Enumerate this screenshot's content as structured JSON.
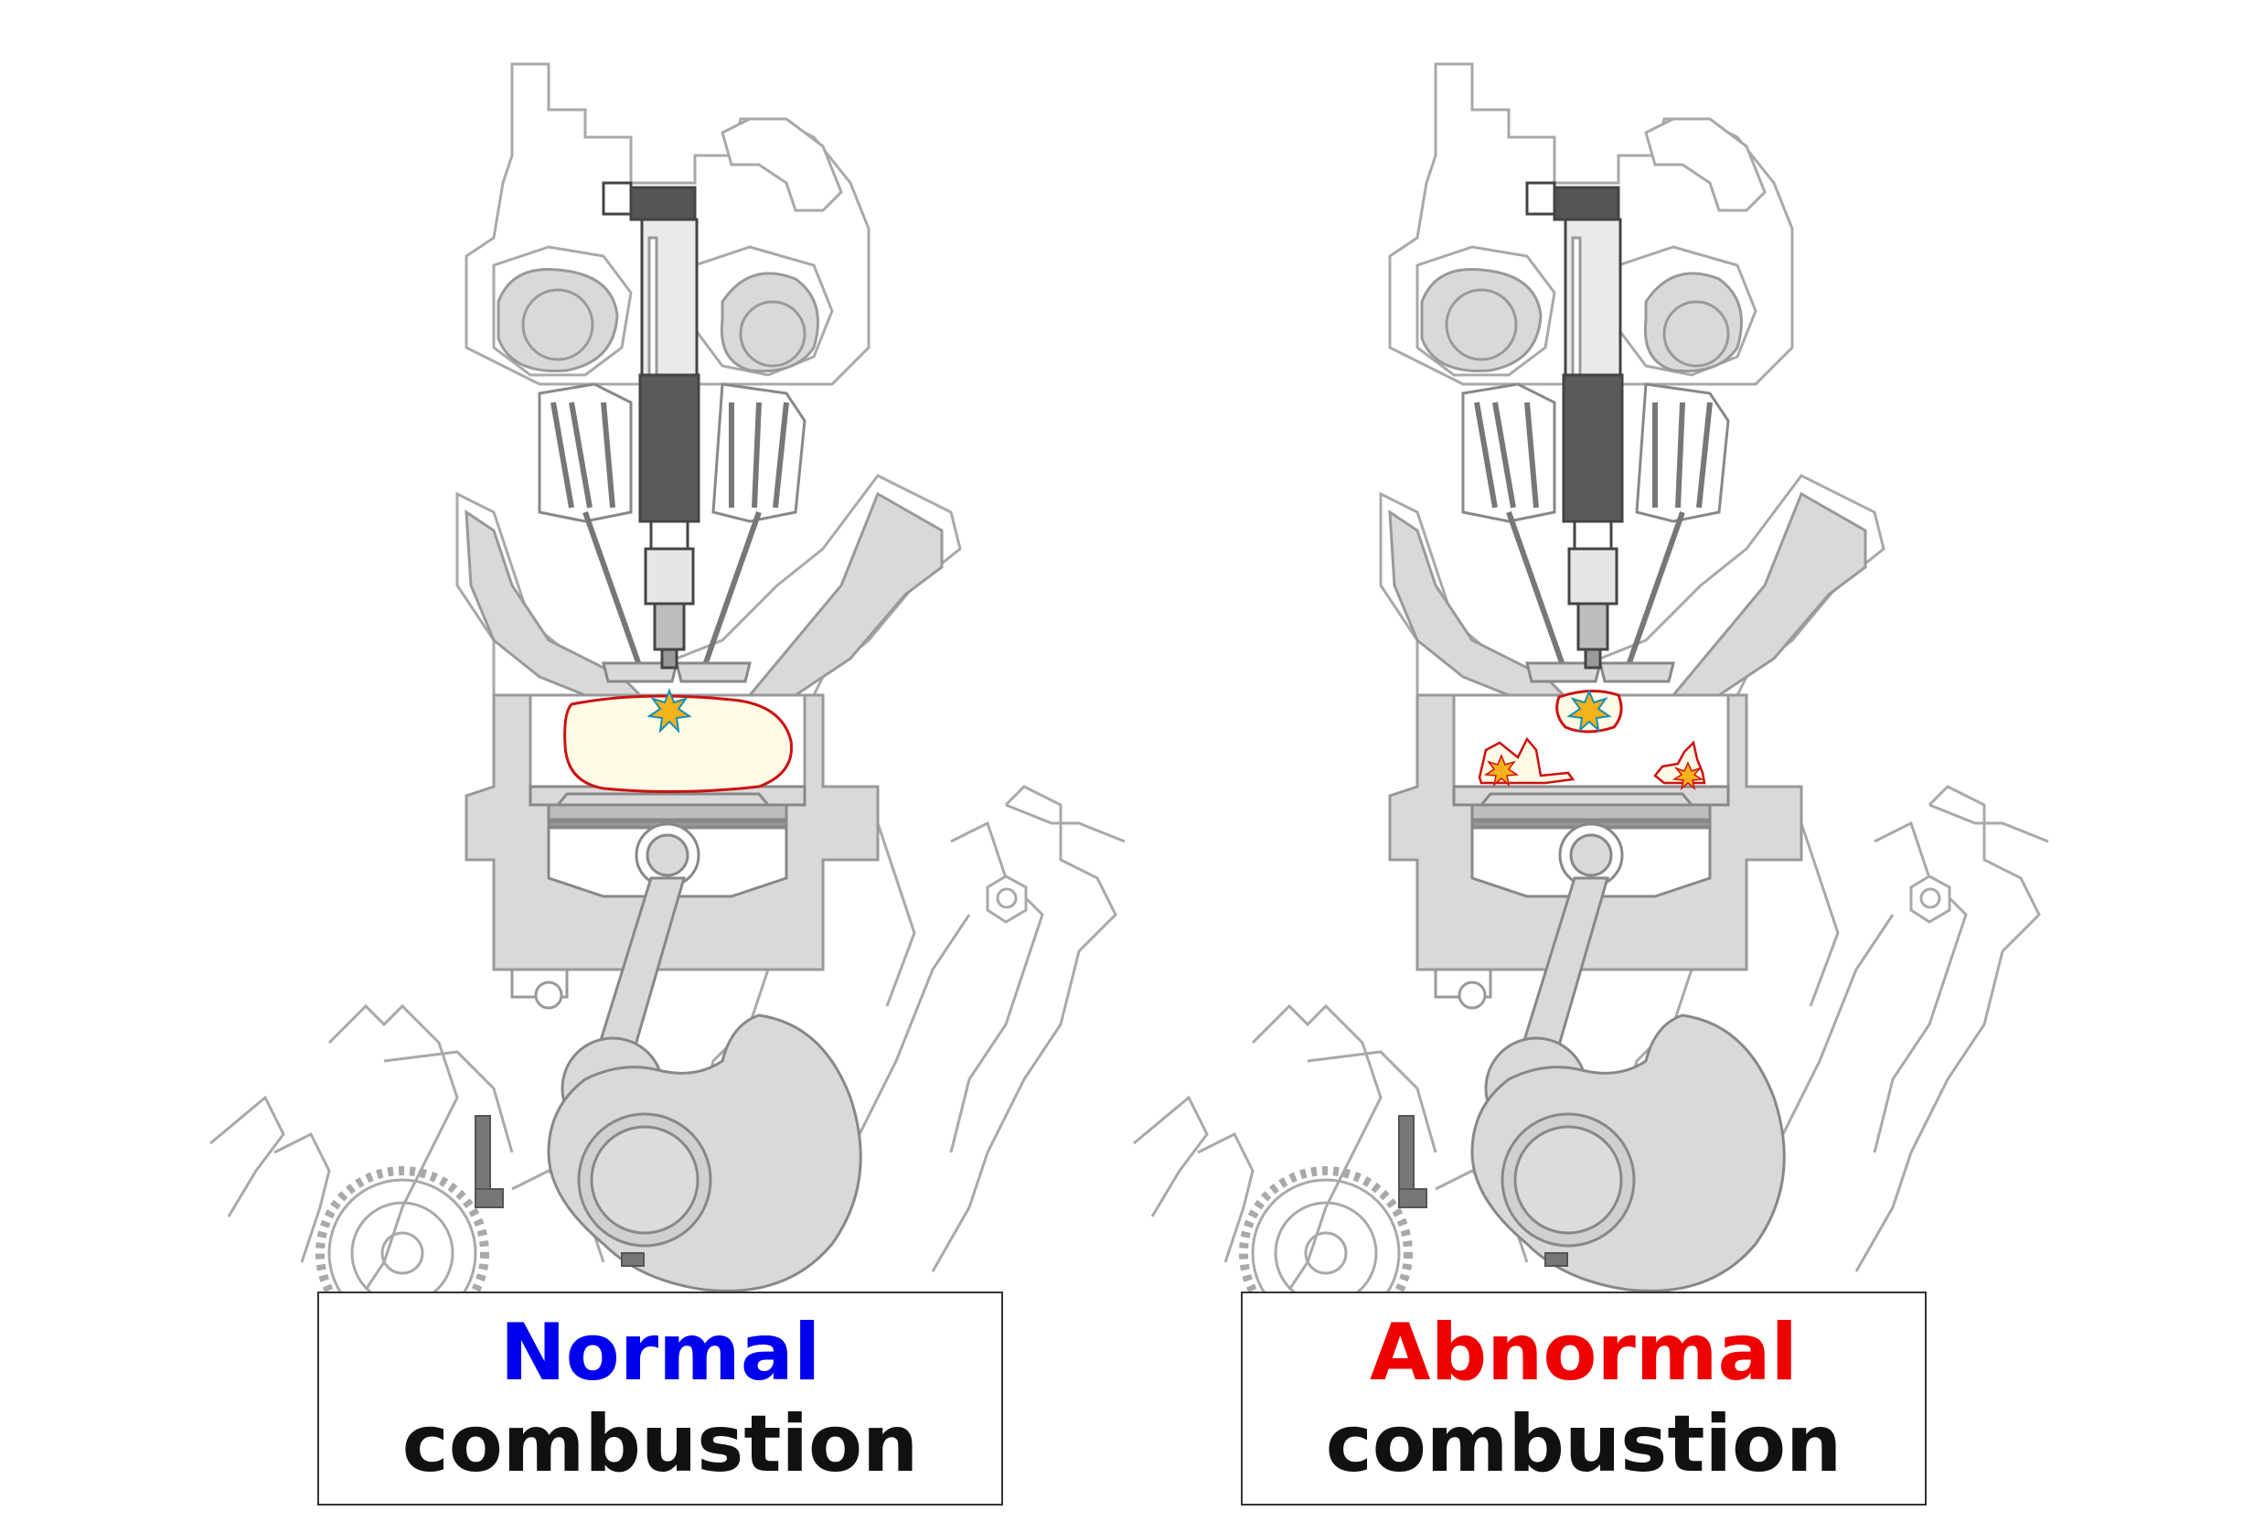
{
  "colors": {
    "normal_accent": "#0000ee",
    "abnormal_accent": "#ee0000",
    "outline": "#a9a9a9",
    "metal": "#d9d9d9",
    "flame_fill": "#fffbe6",
    "flame_edge": "#cc1111",
    "spark": "#f6b21a"
  },
  "panels": [
    {
      "id": "normal",
      "line1": "Normal",
      "line2": "combustion",
      "line1_color": "#0000ee",
      "flame_front": "single-spark-ignition",
      "knock_sites": 0
    },
    {
      "id": "abnormal",
      "line1": "Abnormal",
      "line2": "combustion",
      "line1_color": "#ee0000",
      "flame_front": "spark-ignition-plus-end-gas-autoignition",
      "knock_sites": 2
    }
  ]
}
